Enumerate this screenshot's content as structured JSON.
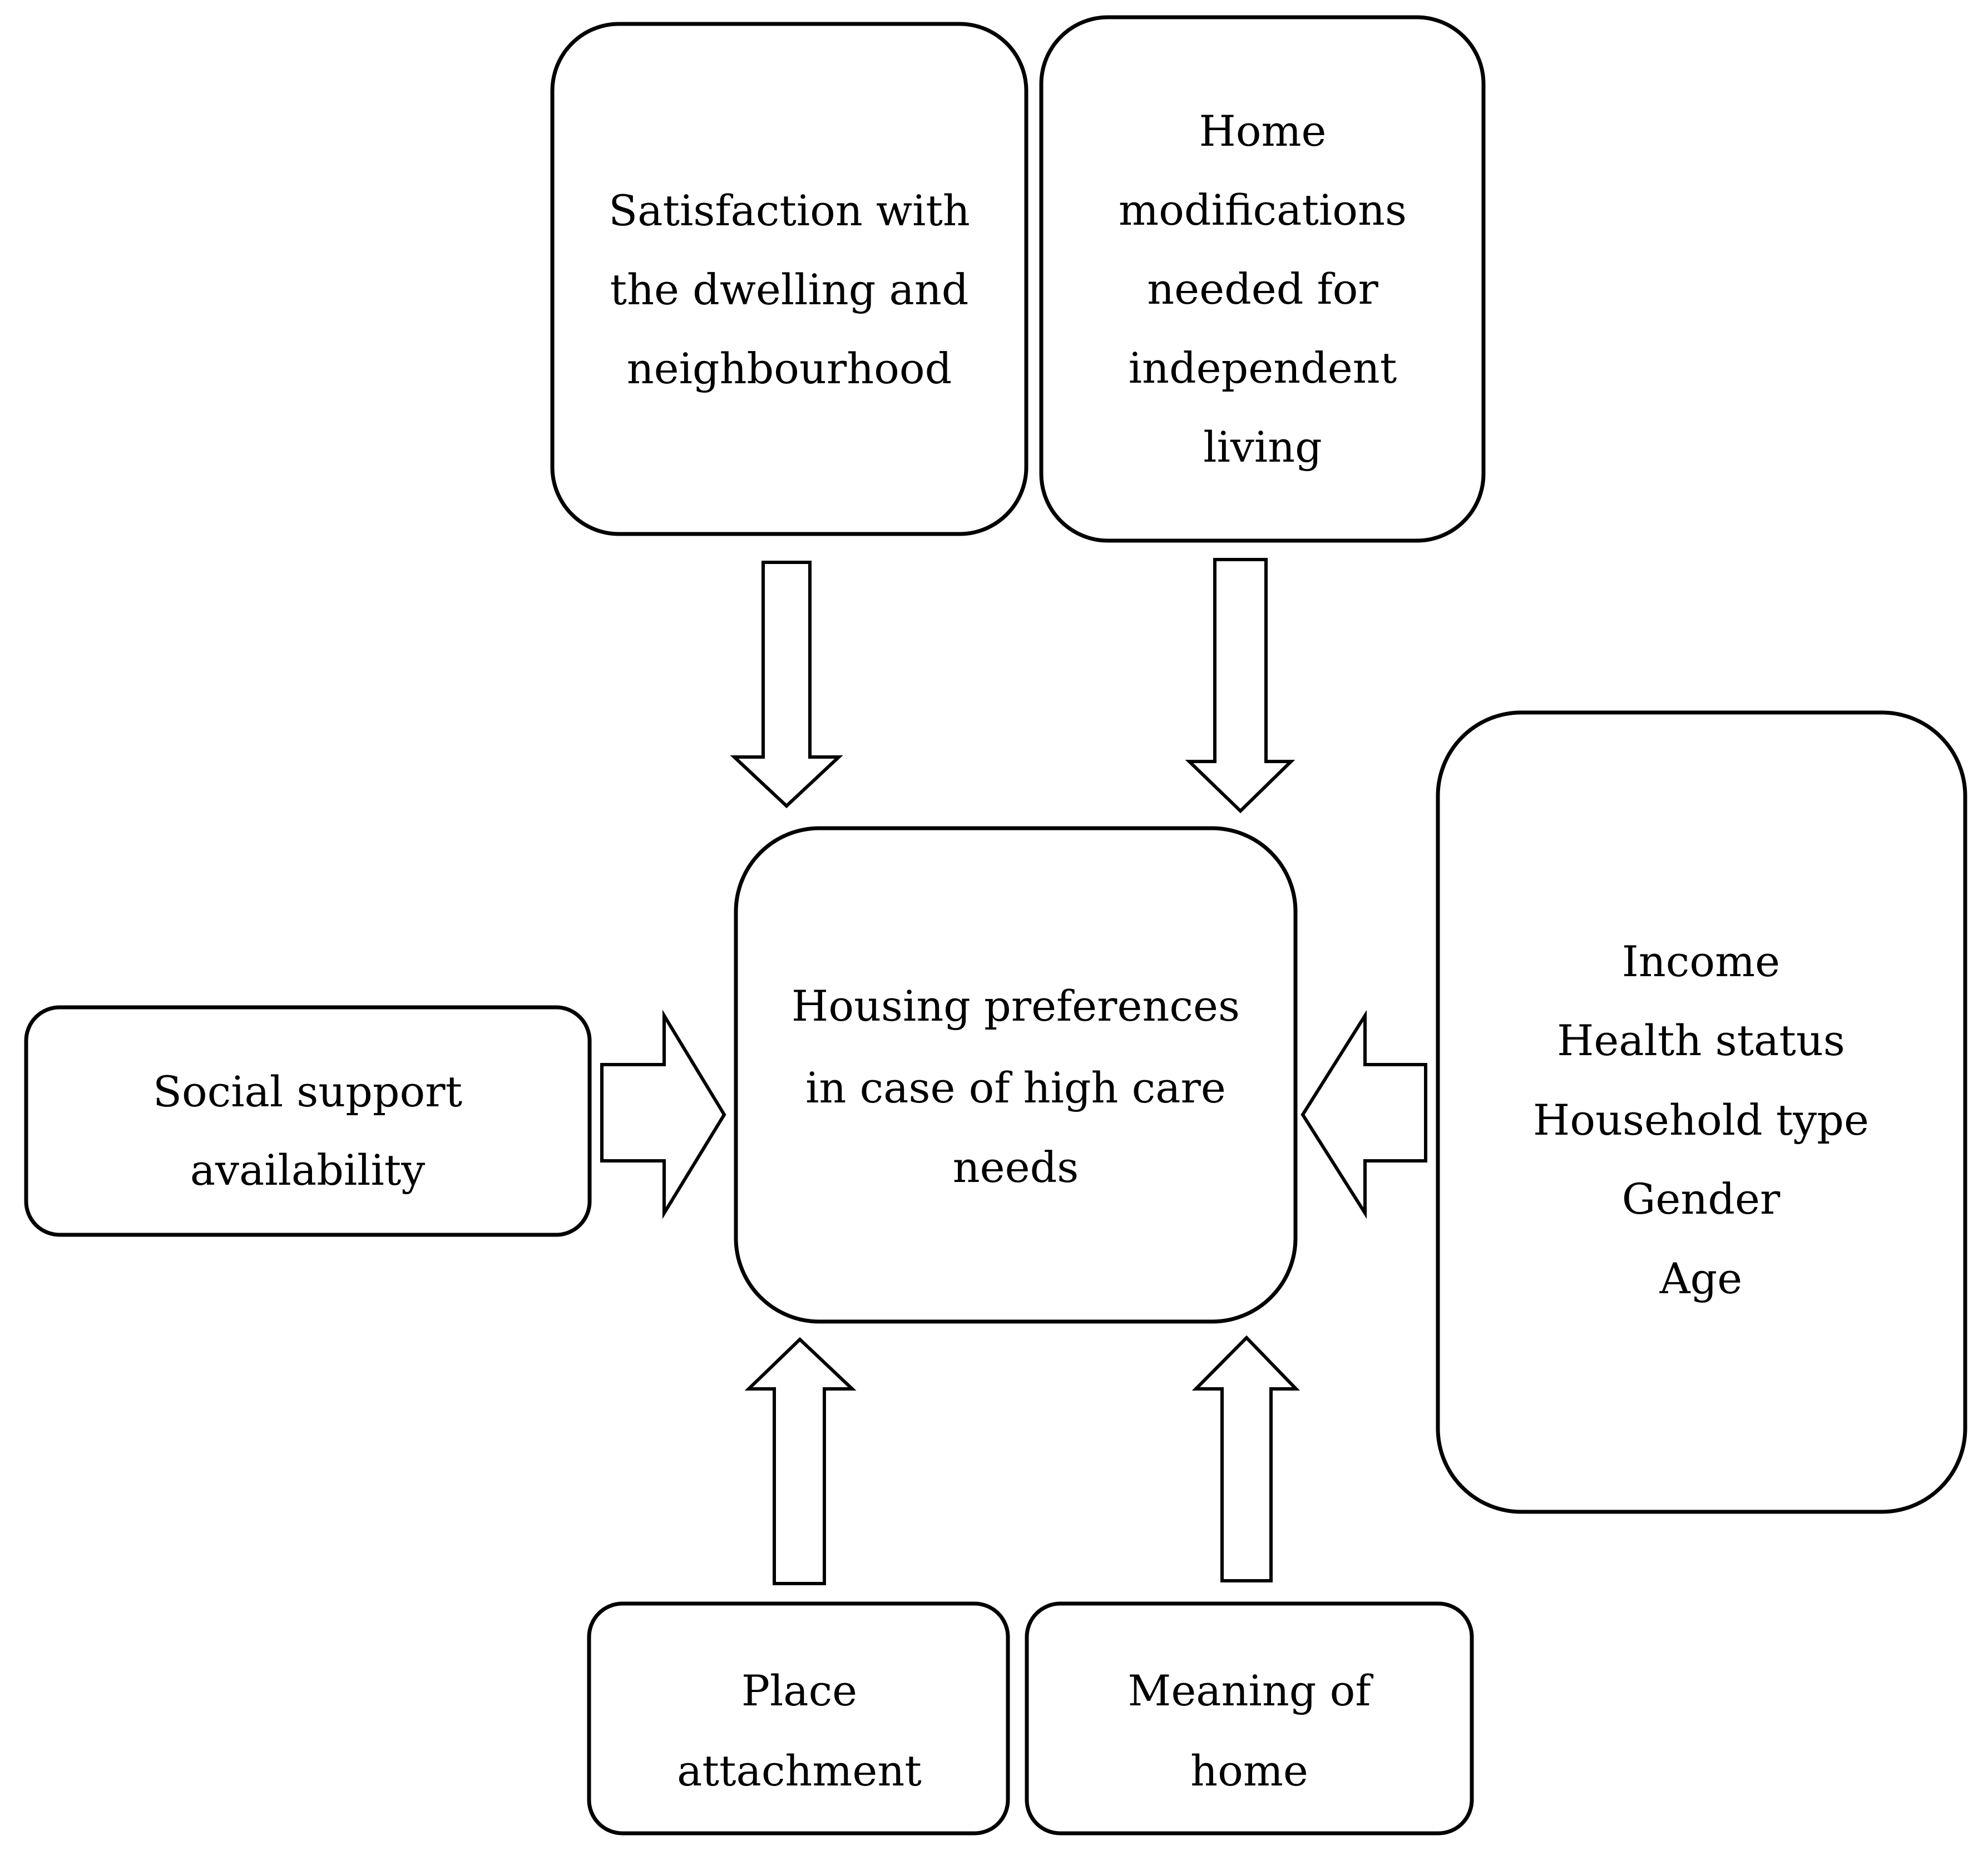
{
  "nodes": {
    "satisfaction": {
      "lines": [
        "Satisfaction with",
        "the dwelling and",
        "neighbourhood"
      ]
    },
    "home_modifications": {
      "lines": [
        "Home",
        "modifications",
        "needed for",
        "independent",
        "living"
      ]
    },
    "housing_preferences": {
      "lines": [
        "Housing preferences",
        "in case of high care",
        "needs"
      ]
    },
    "social_support": {
      "lines": [
        "Social support",
        "availability"
      ]
    },
    "demographics": {
      "lines": [
        "Income",
        "Health status",
        "Household type",
        "Gender",
        "Age"
      ]
    },
    "place_attachment": {
      "lines": [
        "Place",
        "attachment"
      ]
    },
    "meaning_of_home": {
      "lines": [
        "Meaning of",
        "home"
      ]
    }
  },
  "edges": [
    {
      "from": "satisfaction",
      "to": "housing_preferences"
    },
    {
      "from": "home_modifications",
      "to": "housing_preferences"
    },
    {
      "from": "social_support",
      "to": "housing_preferences"
    },
    {
      "from": "demographics",
      "to": "housing_preferences"
    },
    {
      "from": "place_attachment",
      "to": "housing_preferences"
    },
    {
      "from": "meaning_of_home",
      "to": "housing_preferences"
    }
  ]
}
